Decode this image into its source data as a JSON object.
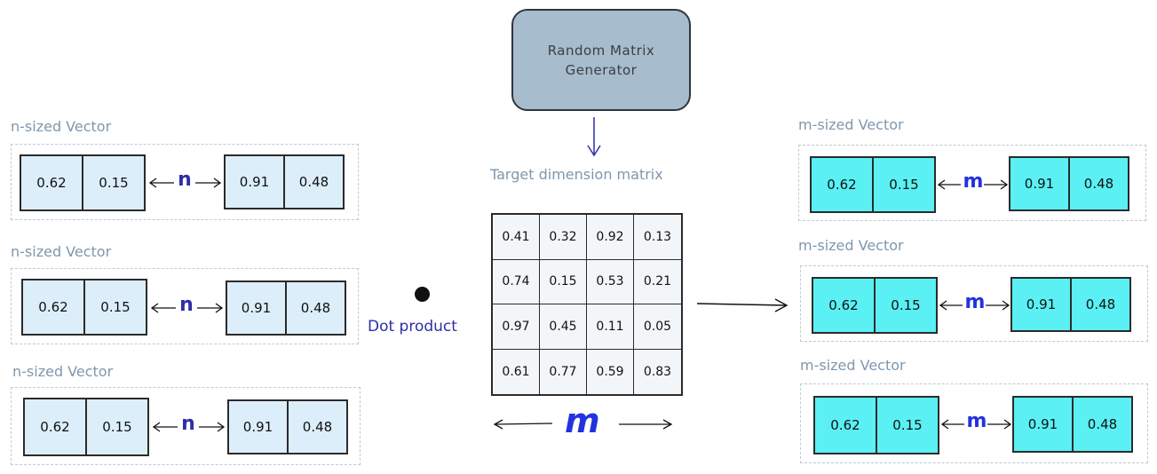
{
  "generator": {
    "label": "Random Matrix Generator"
  },
  "matrix": {
    "title": "Target dimension matrix",
    "rows": [
      [
        "0.41",
        "0.32",
        "0.92",
        "0.13"
      ],
      [
        "0.74",
        "0.15",
        "0.53",
        "0.21"
      ],
      [
        "0.97",
        "0.45",
        "0.11",
        "0.05"
      ],
      [
        "0.61",
        "0.77",
        "0.59",
        "0.83"
      ]
    ],
    "dim_label": "m"
  },
  "operation": {
    "label": "Dot product"
  },
  "input_vectors": [
    {
      "title": "n-sized Vector",
      "left": [
        "0.62",
        "0.15"
      ],
      "dim": "n",
      "right": [
        "0.91",
        "0.48"
      ]
    },
    {
      "title": "n-sized Vector",
      "left": [
        "0.62",
        "0.15"
      ],
      "dim": "n",
      "right": [
        "0.91",
        "0.48"
      ]
    },
    {
      "title": "n-sized Vector",
      "left": [
        "0.62",
        "0.15"
      ],
      "dim": "n",
      "right": [
        "0.91",
        "0.48"
      ]
    }
  ],
  "output_vectors": [
    {
      "title": "m-sized Vector",
      "left": [
        "0.62",
        "0.15"
      ],
      "dim": "m",
      "right": [
        "0.91",
        "0.48"
      ]
    },
    {
      "title": "m-sized Vector",
      "left": [
        "0.62",
        "0.15"
      ],
      "dim": "m",
      "right": [
        "0.91",
        "0.48"
      ]
    },
    {
      "title": "m-sized Vector",
      "left": [
        "0.62",
        "0.15"
      ],
      "dim": "m",
      "right": [
        "0.91",
        "0.48"
      ]
    }
  ],
  "colors": {
    "input_fill": "#ddeefb",
    "output_fill": "#5af0f4",
    "label_blue": "#2e2ea8",
    "title_gray": "#7f97ad"
  }
}
